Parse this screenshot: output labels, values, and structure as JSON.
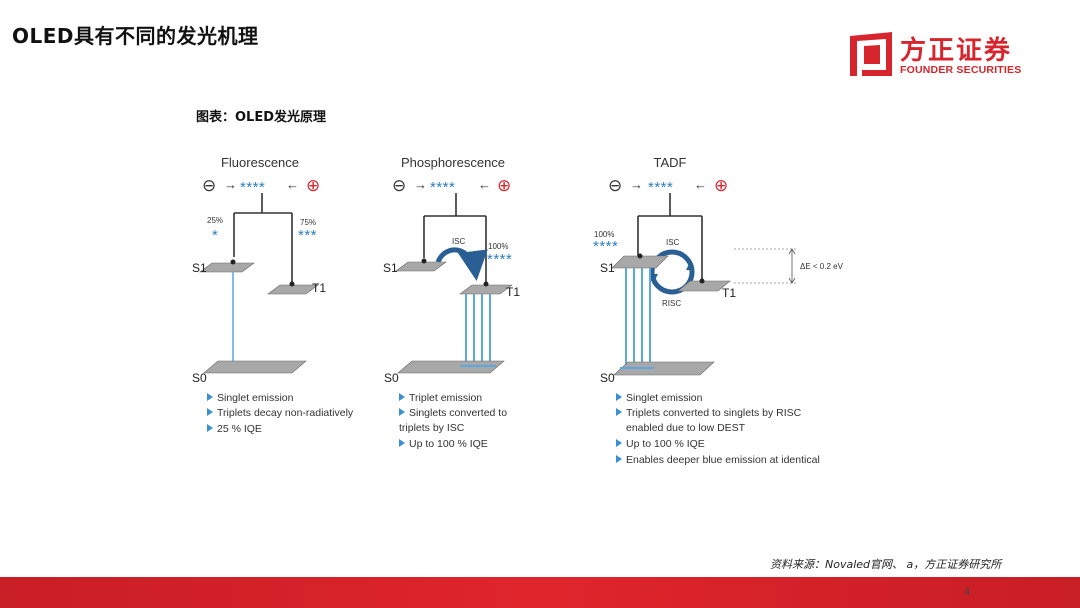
{
  "slide": {
    "title": "OLED具有不同的发光机理",
    "caption": "图表：OLED发光原理",
    "source": "资料来源：Novaled官网、     a，方正证券研究所",
    "page_number": "4"
  },
  "logo": {
    "name_cn": "方正证券",
    "name_en": "FOUNDER SECURITIES",
    "brand_color": "#d6252c"
  },
  "panels": [
    {
      "title": "Fluorescence",
      "stars": "****",
      "singlet_pct": "25%",
      "singlet_stars": "*",
      "triplet_pct": "75%",
      "triplet_stars": "***",
      "bullets": [
        "Singlet emission",
        "Triplets decay non-radiatively",
        "25 % IQE"
      ]
    },
    {
      "title": "Phosphorescence",
      "stars": "****",
      "isc_label": "ISC",
      "triplet_pct": "100%",
      "triplet_stars": "****",
      "bullets": [
        "Triplet emission",
        "Singlets converted to",
        "triplets by ISC",
        "Up to 100 % IQE"
      ]
    },
    {
      "title": "TADF",
      "stars": "****",
      "singlet_pct": "100%",
      "singlet_stars": "****",
      "isc_label": "ISC",
      "risc_label": "RISC",
      "delta_e": "ΔE < 0.2 eV",
      "bullets": [
        "Singlet emission",
        "Triplets converted to singlets by RISC",
        "enabled due to low DEST",
        "Up to 100 % IQE",
        "Enables deeper blue emission at identical"
      ]
    }
  ],
  "labels": {
    "s1": "S1",
    "t1": "T1",
    "s0": "S0",
    "minus": "⊖",
    "plus": "⊕",
    "arrow_right": "→",
    "arrow_left": "←"
  },
  "colors": {
    "star_blue": "#2f7fc3",
    "plus_red": "#d6252c",
    "bullet_blue": "#3a8fd1",
    "emission_blue": "#5aa8df"
  }
}
